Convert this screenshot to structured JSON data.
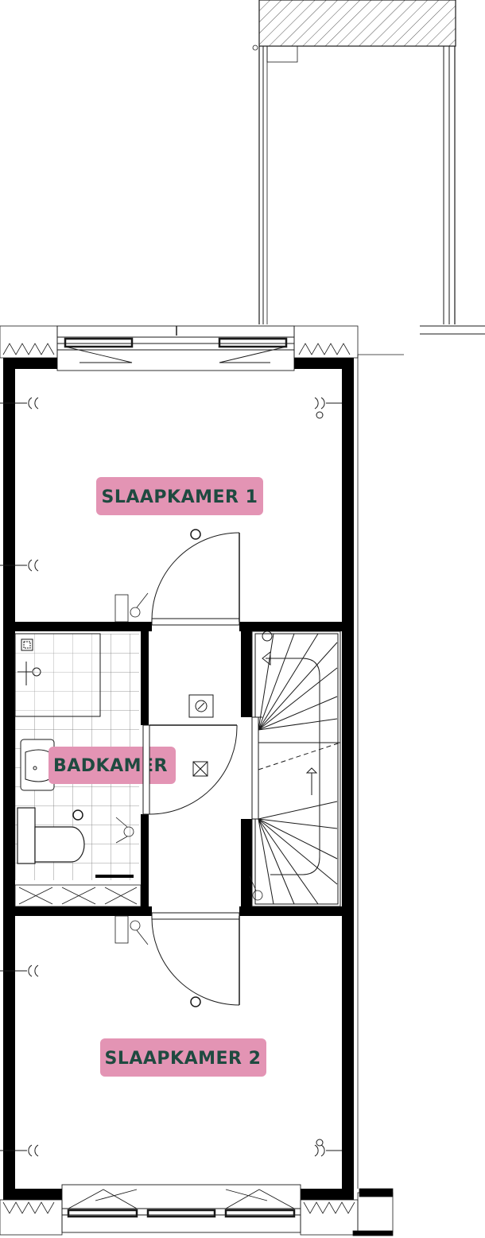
{
  "rooms": {
    "slaapkamer1": {
      "label": "SLAAPKAMER 1"
    },
    "badkamer": {
      "label": "BADKAMER"
    },
    "slaapkamer2": {
      "label": "SLAAPKAMER 2"
    }
  },
  "colors": {
    "wall": "#000000",
    "line": "#1a1a1a",
    "label_bg": "#e394b4",
    "label_text": "#1f4a40",
    "background": "#ffffff"
  }
}
